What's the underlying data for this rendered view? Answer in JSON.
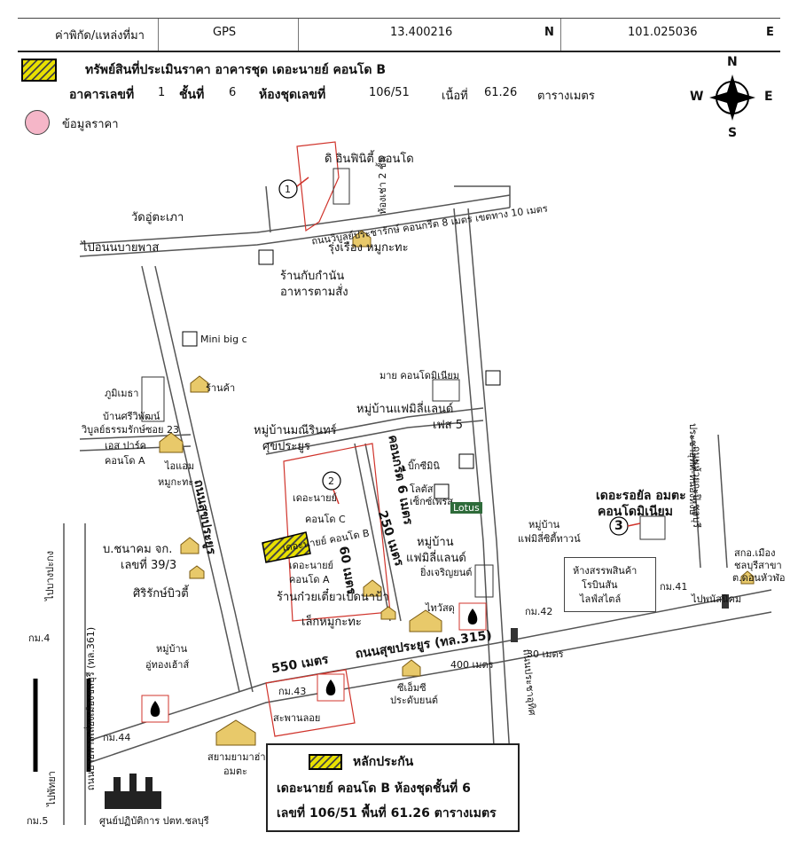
{
  "header": {
    "coord_label": "ค่าพิกัด/แหล่งที่มา",
    "source": "GPS",
    "lat": "13.400216",
    "lat_dir": "N",
    "lon": "101.025036",
    "lon_dir": "E"
  },
  "legend": {
    "subject_label": "ทรัพย์สินที่ประเมินราคา อาคารชุด เดอะนายย์ คอนโด B",
    "building_label": "อาคารเลขที่",
    "building_no": "1",
    "floor_label": "ชั้นที่",
    "floor_no": "6",
    "unit_label": "ห้องชุดเลขที่",
    "unit_no": "106/51",
    "area_label": "เนื้อที่",
    "area_value": "61.26",
    "area_unit": "ตารางเมตร",
    "price_data_label": "ข้อมูลราคา"
  },
  "compass": {
    "n": "N",
    "s": "S",
    "e": "E",
    "w": "W"
  },
  "colors": {
    "subject": "#e8e000",
    "price": "#f5b6c8",
    "road": "#555555",
    "marker": "#d0342c"
  },
  "labels": {
    "the_infinity": "ดิ อินฟินิตี้ คอนโด",
    "room2": "ห้องเช่า 2 ชั้น",
    "wat": "วัดอู่ตะเภา",
    "to_ban_bueng": "ไปอนนบายพาส",
    "road_prachasan": "ถนนวิบูลย์ประชารักษ์  คอนกรีต 8 เมตร เขตทาง 10 เมตร",
    "rung_rueang": "รุ่งเรือง หมูกะทะ",
    "shop_kapkan": "ร้านกับกำนัน",
    "food": "อาหารตามสั่ง",
    "mini_bigc": "Mini big c",
    "shop": "ร้านค้า",
    "my_condo": "มาย คอนโดมิเนียม",
    "family_land_phase5": "หมู่บ้านแฟมิลี่แลนด์",
    "phase5": "เฟส 5",
    "bhumi": "ภูมิเมธา",
    "ban_sri": "บ้านศรีวิพัฒน์",
    "soi23": "วิบูลย์ธรรมรักษ์ซอย 23",
    "s_park": "เอส ปาร์ค",
    "condo_a": "คอนโด A",
    "i_am": "ไอแอม",
    "mookata": "หมูกะทะ",
    "mannee": "หมู่บ้านมณีรินทร์",
    "suk": "ศุขประยูร",
    "big_c_mini": "บิ๊กซีมินิ",
    "lotus": "โลตัส",
    "lotus_sign": "Lotus",
    "seven": "เซ็กซ์เพรส",
    "concrete_road": "คอนกรีต 6 เมตร",
    "m250": "250 เมตร",
    "nai_c": "เดอะนายย์",
    "condo_c": "คอนโด C",
    "nai_b": "เดอะนายย์ คอนโด B",
    "m60": "60 เมตร",
    "nai_a": "เดอะนายย์",
    "condo_a2": "คอนโด A",
    "noodle": "ร้านก๋วยเตี๋ยวเป็ดนาป้า",
    "lek": "เล็กหมูกะทะ",
    "village_fam": "หมู่บ้าน",
    "family_land": "แฟมิลี่แลนด์",
    "yingcharoen": "ยิ่งเจริญยนต์",
    "fam_city": "หมู่บ้าน",
    "fam_city2": "แฟมิลี่ซิตี้ทาวน์",
    "royal": "เดอะรอยัล อมตะ",
    "royal2": "คอนโดมิเนียม",
    "robinson": "ห้างสรรพสินค้า",
    "robinson2": "โรบินสัน",
    "robinson3": "ไลฟ์สไตล์",
    "km41": "กม.41",
    "to_phanat": "ไปพนัสนิคม",
    "sakhon": "สกอ.เมือง",
    "sakhon2": "ชลบุรีสาขา",
    "sakhon3": "ต.ดอนหัวฬ่อ",
    "road_right": "ประชาอุทิศ-หนองหงษ์",
    "bor": "บ.ชนาคม จก.",
    "bor2": "เลขที่ 39/3",
    "sirirak": "ศิริรักษ์บิวตี้",
    "sukprayoon_vert": "ถนนสุขประยูร",
    "thai_dee": "ไทวัสดุ",
    "km42": "กม.42",
    "road_main": "ถนนสุขประยูร (ทล.315)",
    "m550": "550 เมตร",
    "m400": "400 เมตร",
    "m30": "30 เมตร",
    "km4": "กม.4",
    "to_bangpakong": "ไปบางปะกง",
    "bypass": "ถนนบายพาสเลี่ยงเมืองชลบุรี (ทล.361)",
    "village_ooth": "หมู่บ้าน",
    "ooth": "อู่ทองเฮ้าส์",
    "km43": "กม.43",
    "bridge": "สะพานลอย",
    "scg": "ซีเอ็มซี",
    "scg2": "ประดับยนต์",
    "km44": "กม.44",
    "sanam": "สยามยามาฮ่า",
    "sanam2": "อมตะ",
    "to_pattaya": "ไปพัทยา",
    "km5": "กม.5",
    "ptt": "ศูนย์ปฏิบัติการ ปตท.ชลบุรี",
    "hui": "ถนนห้วยกะปิ-ชลบุรี",
    "prachauthit": "ถนนประชาอุทิศ"
  },
  "keybox": {
    "title": "หลักประกัน",
    "line1": "เดอะนายย์ คอนโด B ห้องชุดชั้นที่ 6",
    "line2": "เลขที่ 106/51 พื้นที่ 61.26 ตารางเมตร"
  },
  "markers": [
    "1",
    "2",
    "3"
  ]
}
